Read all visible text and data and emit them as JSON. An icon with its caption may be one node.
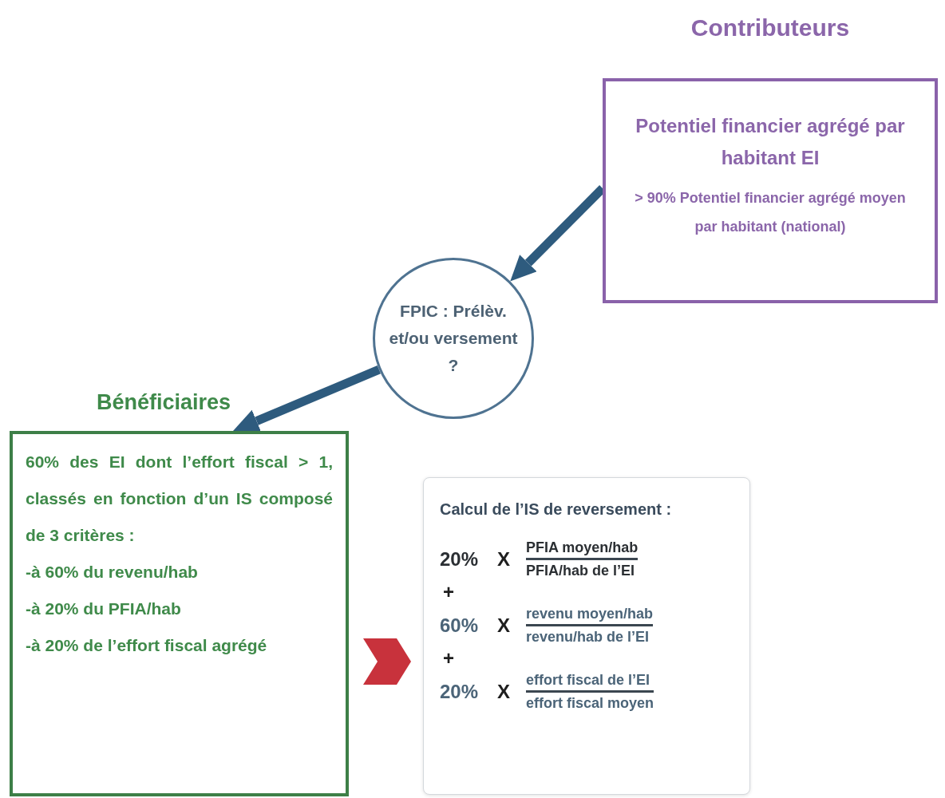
{
  "diagram": {
    "nodes": [
      {
        "text": [
          "Contributeurs",
          "Potentiel financier agrégé par habitant EI",
          "> 90% Potentiel financier agrégé moyen par habitant (national)"
        ]
      },
      {
        "text": [
          "FPIC : Prélèv. et/ou versement ?"
        ]
      },
      {
        "text": [
          "Bénéficiaires",
          "60% des EI dont l’effort fiscal > 1, classés en fonction d’un IS composé de 3 critères :",
          "-à 60% du revenu/hab",
          "-à 20% du PFIA/hab",
          "-à 20% de l’effort fiscal agrégé"
        ]
      },
      {
        "text": [
          "Calcul de l’IS de reversement :",
          "20%",
          "X",
          "PFIA moyen/hab",
          "PFIA/hab de l’EI",
          "+",
          "60%",
          "X",
          "revenu moyen/hab",
          "revenu/hab de l’EI",
          "+",
          "20%",
          "X",
          "effort fiscal de l’EI",
          "effort fiscal moyen"
        ]
      }
    ],
    "edges": [
      {
        "from": 0,
        "to": 1,
        "arrow": "to"
      },
      {
        "from": 1,
        "to": 2,
        "arrow": "to"
      },
      {
        "from": 2,
        "to": 3,
        "arrow": "to",
        "color": "#c8323c"
      }
    ]
  }
}
